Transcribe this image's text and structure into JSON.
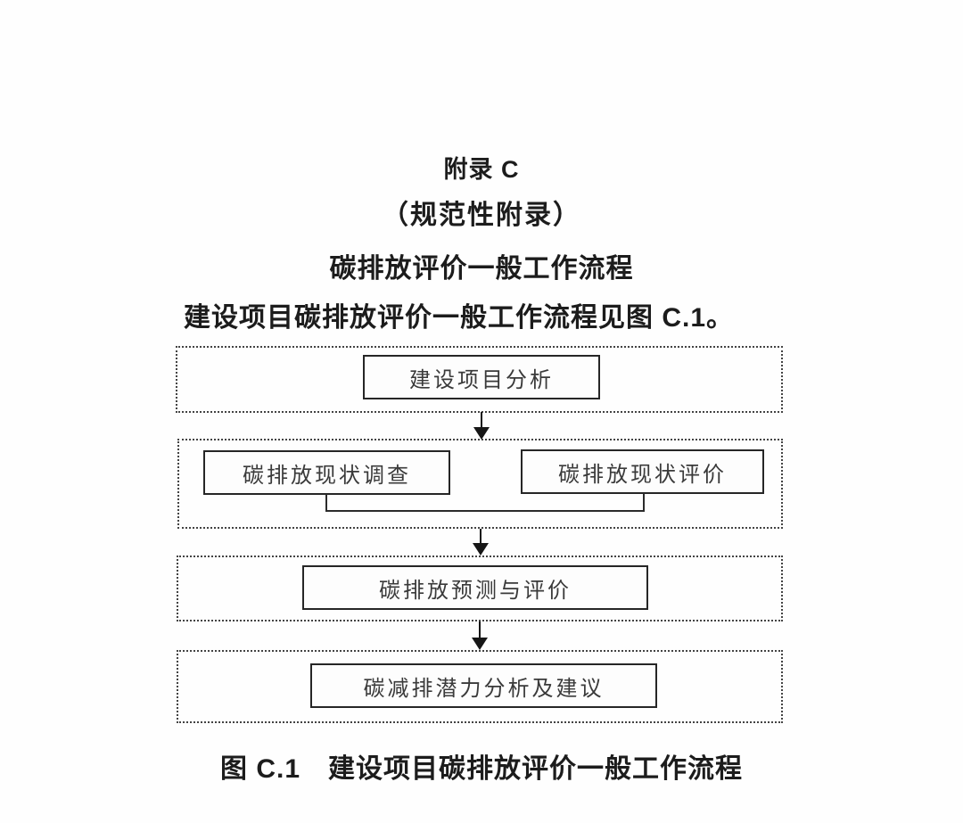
{
  "style": {
    "background": "#ffffff",
    "ink": "#1c1c1c",
    "box_border": "#262626",
    "dotted_border": "#434343",
    "box_text": "#3a3a3a"
  },
  "headings": {
    "appendix": "附录 C",
    "appendix_type": "（规范性附录）",
    "section_title": "碳排放评价一般工作流程",
    "intro": "建设项目碳排放评价一般工作流程见图 C.1。"
  },
  "flowchart": {
    "stages": [
      {
        "boxes": [
          "建设项目分析"
        ]
      },
      {
        "boxes": [
          "碳排放现状调查",
          "碳排放现状评价"
        ]
      },
      {
        "boxes": [
          "碳排放预测与评价"
        ]
      },
      {
        "boxes": [
          "碳减排潜力分析及建议"
        ]
      }
    ],
    "steps": [
      {
        "label": "建设项目分析"
      },
      {
        "label": "碳排放现状调查"
      },
      {
        "label": "碳排放现状评价"
      },
      {
        "label": "碳排放预测与评价"
      },
      {
        "label": "碳减排潜力分析及建议"
      }
    ],
    "connector": "bracket-join-stage2-boxes",
    "arrows": [
      "stage1-to-stage2",
      "stage2-to-stage3",
      "stage3-to-stage4"
    ]
  },
  "caption": "图 C.1　建设项目碳排放评价一般工作流程"
}
